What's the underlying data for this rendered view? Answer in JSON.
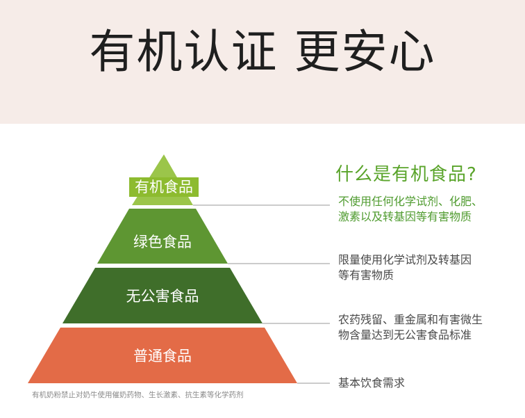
{
  "header": {
    "title": "有机认证  更安心"
  },
  "pyramid": {
    "tiers": [
      {
        "label": "有机食品",
        "color": "#9bc54a"
      },
      {
        "label": "绿色食品",
        "color": "#5e9632"
      },
      {
        "label": "无公害食品",
        "color": "#3f6e2a"
      },
      {
        "label": "普通食品",
        "color": "#e36b47"
      }
    ]
  },
  "info": {
    "title": "什么是有机食品?",
    "descriptions": [
      {
        "line1": "不使用任何化学试剂、化肥、",
        "line2": "激素以及转基因等有害物质"
      },
      {
        "line1": "限量使用化学试剂及转基因",
        "line2": "等有害物质"
      },
      {
        "line1": "农药残留、重金属和有害微生",
        "line2": "物含量达到无公害食品标准"
      },
      {
        "line1": "基本饮食需求",
        "line2": ""
      }
    ]
  },
  "footnote": "有机奶粉禁止对奶牛使用催奶药物、生长激素、抗生素等化学药剂"
}
